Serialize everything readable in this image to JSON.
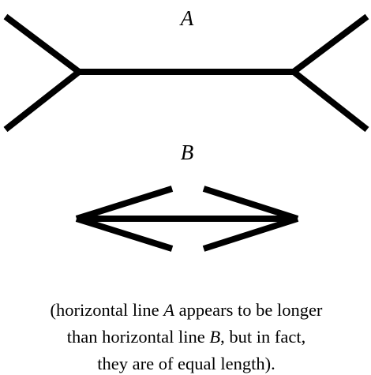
{
  "figure_a": {
    "label": "A"
  },
  "figure_b": {
    "label": "B"
  },
  "caption": {
    "line1_before": "(horizontal line ",
    "line1_em": "A",
    "line1_after": " appears to be longer",
    "line2_before": "than horizontal line ",
    "line2_em": "B",
    "line2_after": ", but in fact,",
    "line3": "they are of equal length)."
  },
  "colors": {
    "ink": "#000000",
    "background": "#ffffff"
  }
}
